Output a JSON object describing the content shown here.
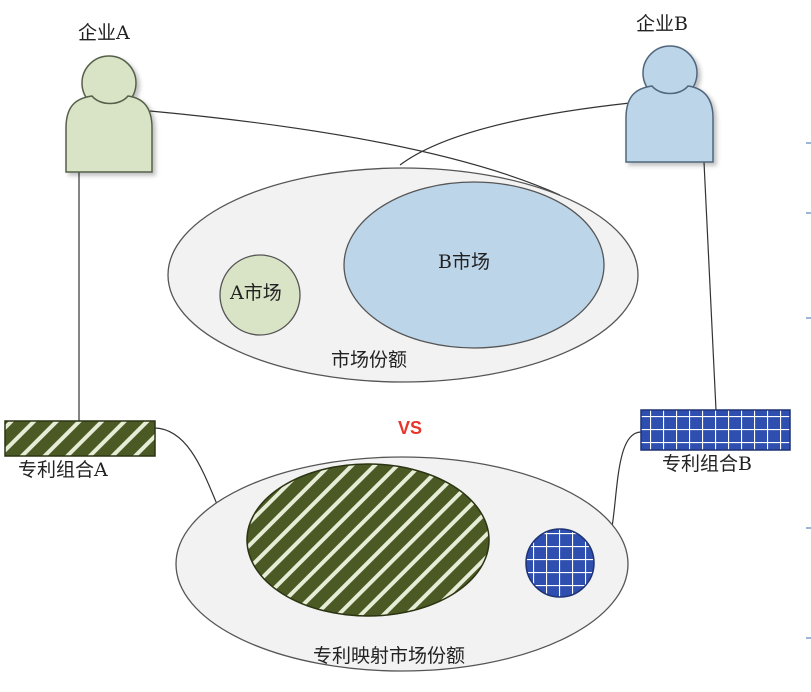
{
  "entities": {
    "company_a": {
      "label": "企业A",
      "color": "#d9e3c6"
    },
    "company_b": {
      "label": "企业B",
      "color": "#bdd5e8"
    }
  },
  "market_share": {
    "label": "市场份额",
    "market_a_label": "A市场",
    "market_b_label": "B市场",
    "market_a_color": "#d9e3c6",
    "market_b_color": "#bdd5e8",
    "outer_color": "#f2f2f2"
  },
  "versus": {
    "label": "VS",
    "color": "#e8352b"
  },
  "portfolios": {
    "a": {
      "label": "专利组合A",
      "pattern": "diagonal-stripes",
      "color": "#4b5a24"
    },
    "b": {
      "label": "专利组合B",
      "pattern": "grid",
      "color": "#2f4fb0"
    }
  },
  "patent_market_share": {
    "label": "专利映射市场份额"
  }
}
